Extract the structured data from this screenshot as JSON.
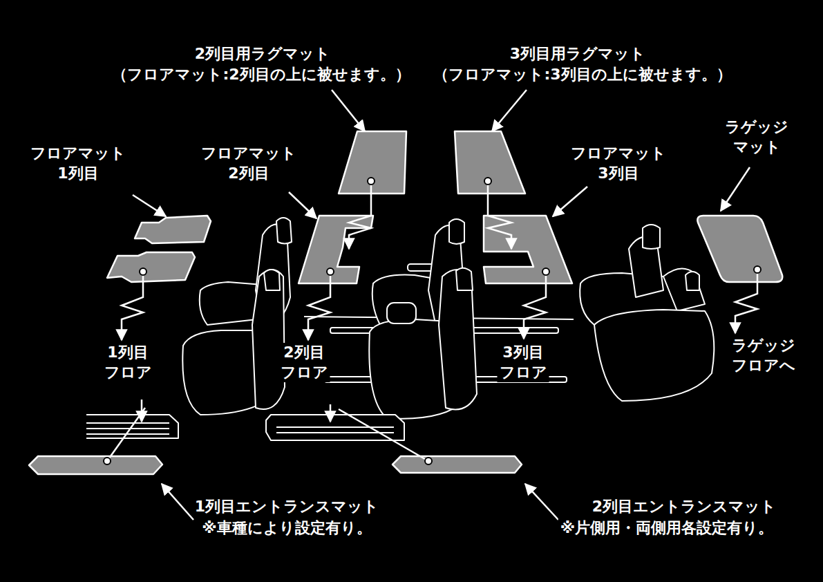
{
  "diagram": {
    "labels": [
      "2列目用ラグマット",
      "（フロアマット:2列目の上に被せます。）",
      "3列目用ラグマット",
      "（フロアマット:3列目の上に被せます。）",
      "フロアマット 1列目",
      "フロアマット 2列目",
      "フロアマット 3列目",
      "ラゲッジ マット",
      "1列目 フロア",
      "2列目 フロア",
      "3列目 フロア",
      "ラゲッジ フロアへ",
      "1列目エントランスマット",
      "※車種により設定有り。",
      "2列目エントランスマット",
      "※片側用・両側用各設定有り。"
    ]
  }
}
